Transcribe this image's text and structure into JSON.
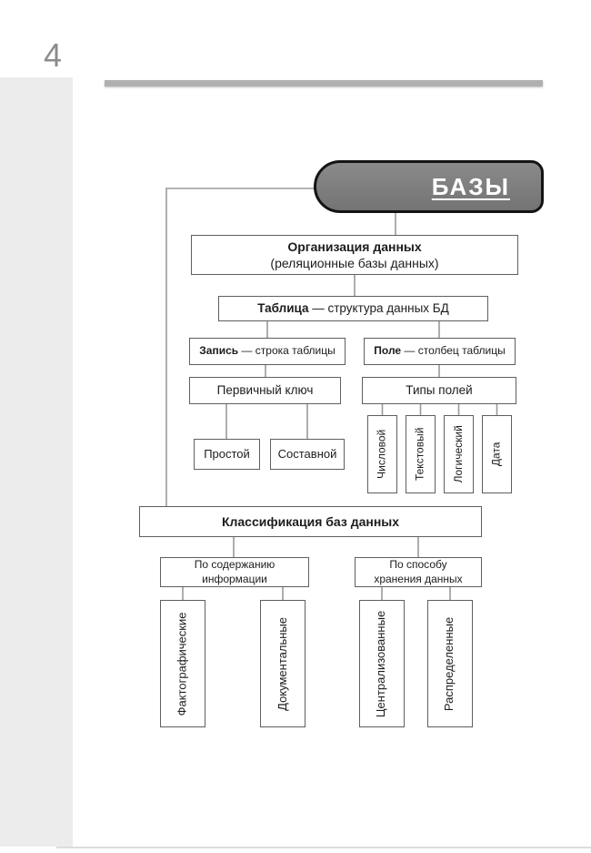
{
  "page": {
    "number": "4"
  },
  "header": {
    "title": "БАЗЫ"
  },
  "diagram": {
    "organization": {
      "line1": "Организация данных",
      "line2": "(реляционные базы данных)"
    },
    "table": {
      "bold": "Таблица",
      "rest": " — структура данных БД"
    },
    "record": {
      "bold": "Запись",
      "rest": " — строка таблицы"
    },
    "field": {
      "bold": "Поле",
      "rest": " — столбец таблицы"
    },
    "primary_key": "Первичный ключ",
    "field_types_title": "Типы полей",
    "key_types": [
      "Простой",
      "Составной"
    ],
    "field_types": [
      "Числовой",
      "Текстовый",
      "Логический",
      "Дата"
    ],
    "classification": "Классификация баз данных",
    "by_content": {
      "line1": "По содержанию",
      "line2": "информации"
    },
    "by_storage": {
      "line1": "По способу",
      "line2": "хранения данных"
    },
    "content_kinds": [
      "Фактографические",
      "Документальные"
    ],
    "storage_kinds": [
      "Централизованные",
      "Распределенные"
    ]
  },
  "colors": {
    "pill_fill": "#7e7e7e",
    "pill_border": "#141414",
    "box_border": "#5f5f5f",
    "connector": "#9a9a9a",
    "sidebar": "#ececec",
    "top_rule": "#b0b0b0",
    "page_number": "#8c8c8c"
  }
}
